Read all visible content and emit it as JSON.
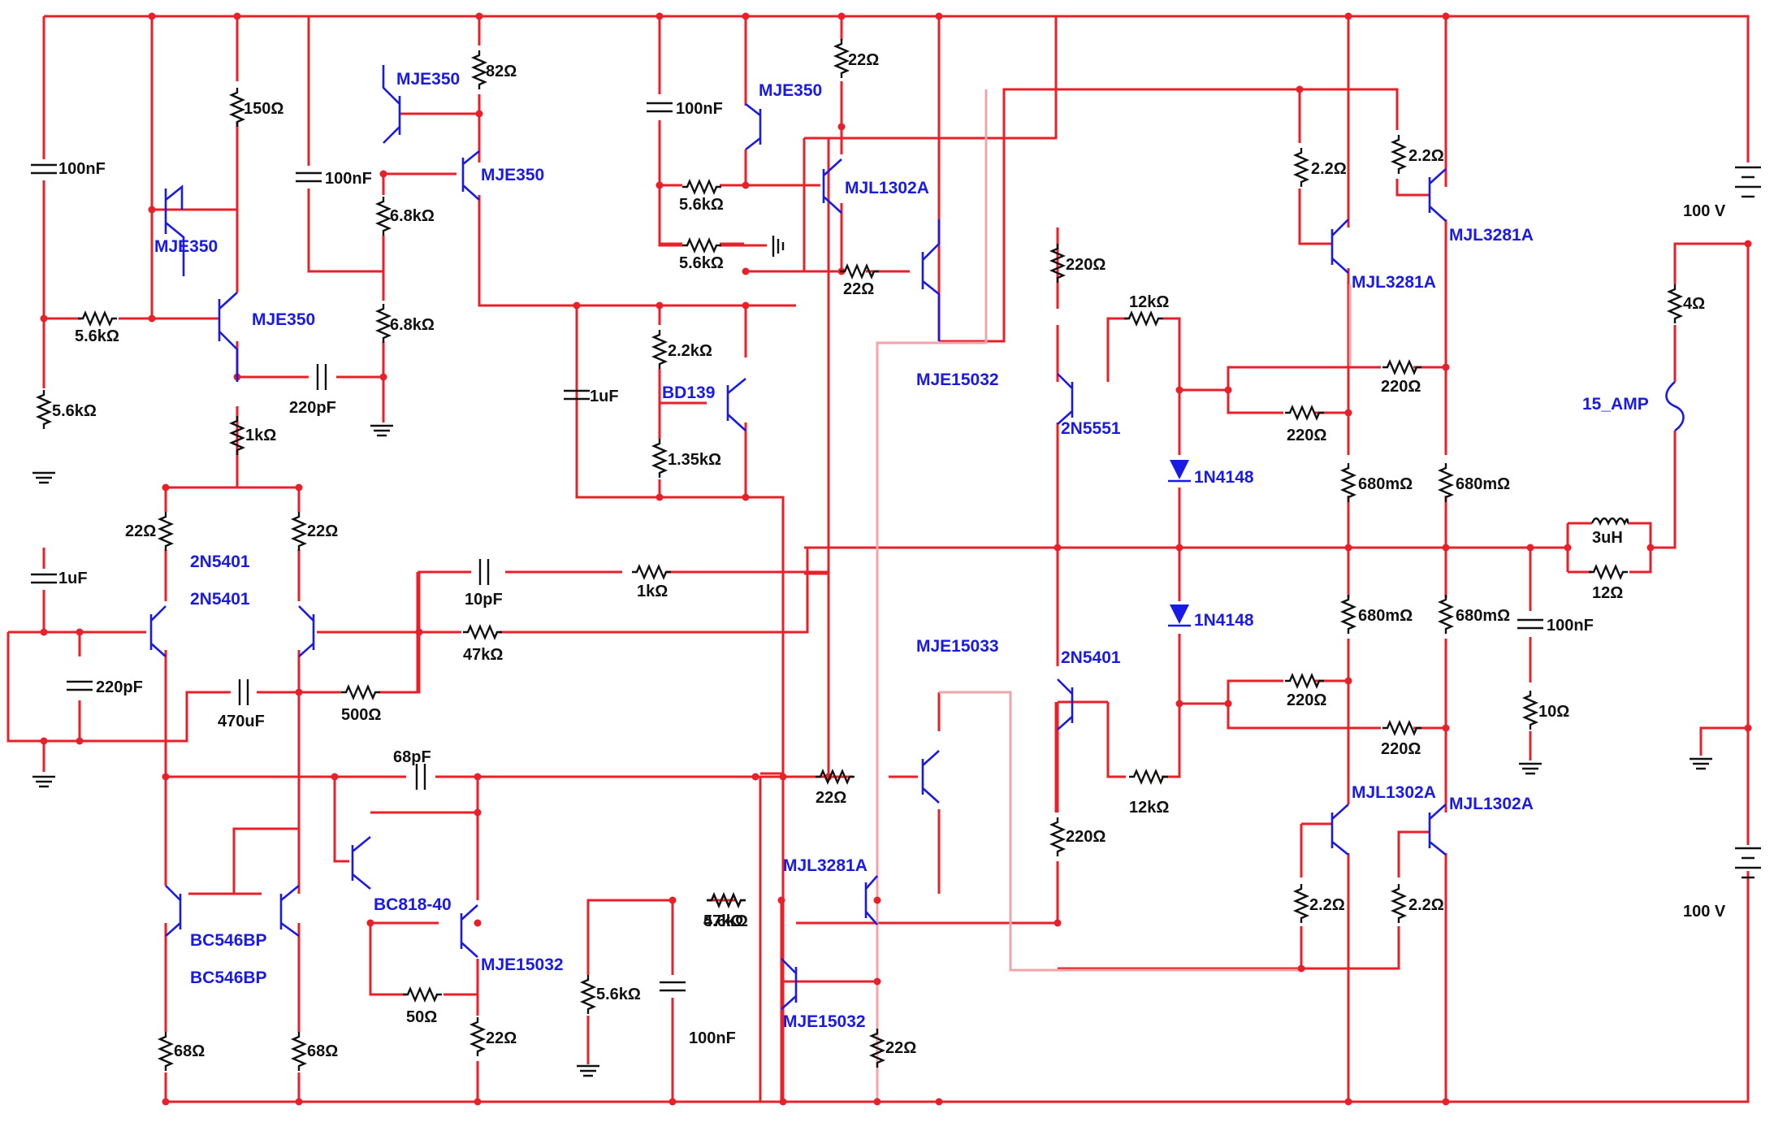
{
  "transistors": [
    {
      "label": "MJE350"
    },
    {
      "label": "MJE350"
    },
    {
      "label": "MJE350"
    },
    {
      "label": "MJE350"
    },
    {
      "label": "MJE350"
    },
    {
      "label": "MJL1302A"
    },
    {
      "label": "MJE15032"
    },
    {
      "label": "BD139"
    },
    {
      "label": "2N5551"
    },
    {
      "label": "MJL3281A"
    },
    {
      "label": "MJL3281A"
    },
    {
      "label": "2N5401"
    },
    {
      "label": "2N5401"
    },
    {
      "label": "2N5401"
    },
    {
      "label": "MJE15033"
    },
    {
      "label": "MJL1302A"
    },
    {
      "label": "MJL1302A"
    },
    {
      "label": "BC818-40"
    },
    {
      "label": "MJE15032"
    },
    {
      "label": "MJL3281A"
    },
    {
      "label": "MJE15032"
    },
    {
      "label": "BC546BP"
    },
    {
      "label": "BC546BP"
    }
  ],
  "resistors": [
    {
      "value": "150Ω"
    },
    {
      "value": "82Ω"
    },
    {
      "value": "22Ω"
    },
    {
      "value": "6.8kΩ"
    },
    {
      "value": "6.8kΩ"
    },
    {
      "value": "5.6kΩ"
    },
    {
      "value": "5.6kΩ"
    },
    {
      "value": "5.6kΩ"
    },
    {
      "value": "5.6kΩ"
    },
    {
      "value": "1kΩ"
    },
    {
      "value": "22Ω"
    },
    {
      "value": "2.2kΩ"
    },
    {
      "value": "1.35kΩ"
    },
    {
      "value": "220Ω"
    },
    {
      "value": "12kΩ"
    },
    {
      "value": "2.2Ω"
    },
    {
      "value": "2.2Ω"
    },
    {
      "value": "220Ω"
    },
    {
      "value": "220Ω"
    },
    {
      "value": "680mΩ"
    },
    {
      "value": "680mΩ"
    },
    {
      "value": "680mΩ"
    },
    {
      "value": "680mΩ"
    },
    {
      "value": "22Ω"
    },
    {
      "value": "22Ω"
    },
    {
      "value": "1kΩ"
    },
    {
      "value": "47kΩ"
    },
    {
      "value": "500Ω"
    },
    {
      "value": "47kΩ"
    },
    {
      "value": "22Ω"
    },
    {
      "value": "220Ω"
    },
    {
      "value": "220Ω"
    },
    {
      "value": "220Ω"
    },
    {
      "value": "12kΩ"
    },
    {
      "value": "5.6kΩ"
    },
    {
      "value": "5.6kΩ"
    },
    {
      "value": "22Ω"
    },
    {
      "value": "50Ω"
    },
    {
      "value": "22Ω"
    },
    {
      "value": "68Ω"
    },
    {
      "value": "68Ω"
    },
    {
      "value": "2.2Ω"
    },
    {
      "value": "2.2Ω"
    },
    {
      "value": "4Ω"
    },
    {
      "value": "12Ω"
    },
    {
      "value": "10Ω"
    }
  ],
  "capacitors": [
    {
      "value": "100nF"
    },
    {
      "value": "100nF"
    },
    {
      "value": "100nF"
    },
    {
      "value": "220pF"
    },
    {
      "value": "1uF"
    },
    {
      "value": "1uF"
    },
    {
      "value": "10pF"
    },
    {
      "value": "220pF"
    },
    {
      "value": "470uF"
    },
    {
      "value": "68pF"
    },
    {
      "value": "100nF"
    },
    {
      "value": "100nF"
    }
  ],
  "diodes": [
    {
      "label": "1N4148"
    },
    {
      "label": "1N4148"
    }
  ],
  "inductor": {
    "value": "3uH"
  },
  "fuse": {
    "label": "15_AMP"
  },
  "batteries": [
    {
      "value": "100 V"
    },
    {
      "value": "100 V"
    }
  ],
  "colors": {
    "wire": "#e8202a",
    "wire_faint": "#f2a5a8",
    "component": "#1a1ae6",
    "passive": "#111111"
  }
}
